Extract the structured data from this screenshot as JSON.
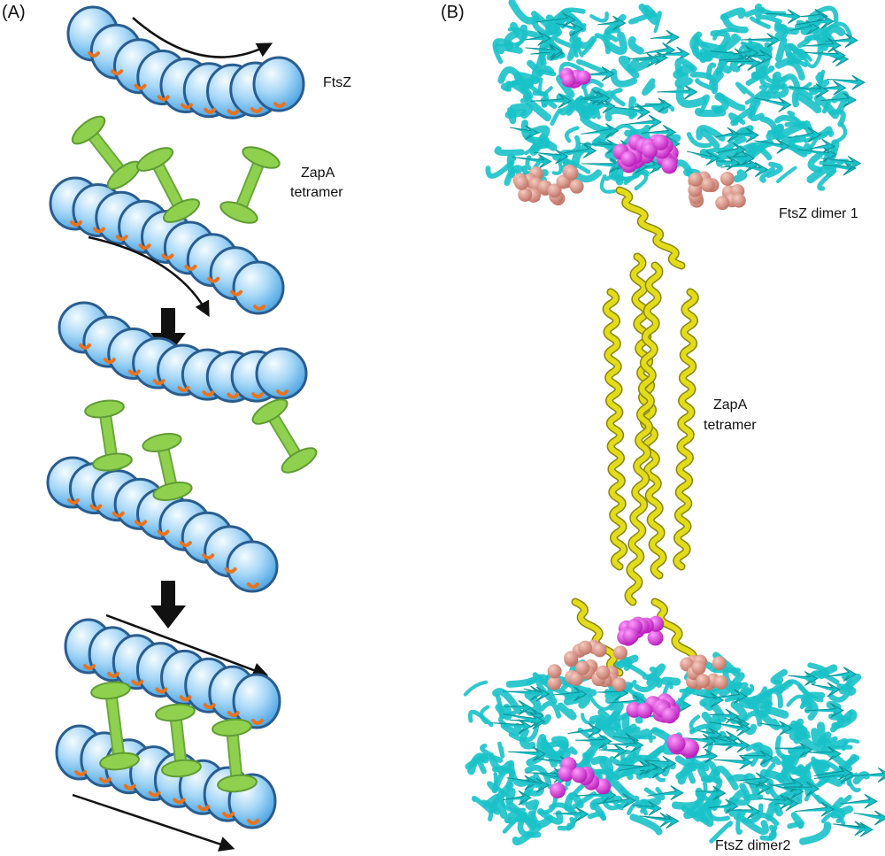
{
  "panel_a": {
    "label": "(A)",
    "labels": {
      "ftsz": "FtsZ",
      "zapa_line1": "ZapA",
      "zapa_line2": "tetramer"
    }
  },
  "panel_b": {
    "label": "(B)",
    "labels": {
      "dimer1": "FtsZ dimer 1",
      "zapa_line1": "ZapA",
      "zapa_line2": "tetramer",
      "dimer2": "FtsZ dimer2"
    }
  },
  "colors": {
    "ftsz_fill": "#6fb8ee",
    "ftsz_stroke": "#2a5d8f",
    "zapa": "#8fd14f",
    "contact": "#e8731e",
    "ftsz_ribbon": "#19c2c9",
    "zapa_helix": "#e2dc1a",
    "magenta_spheres": "#d21ad2",
    "pink_spheres": "#d98b7c"
  }
}
